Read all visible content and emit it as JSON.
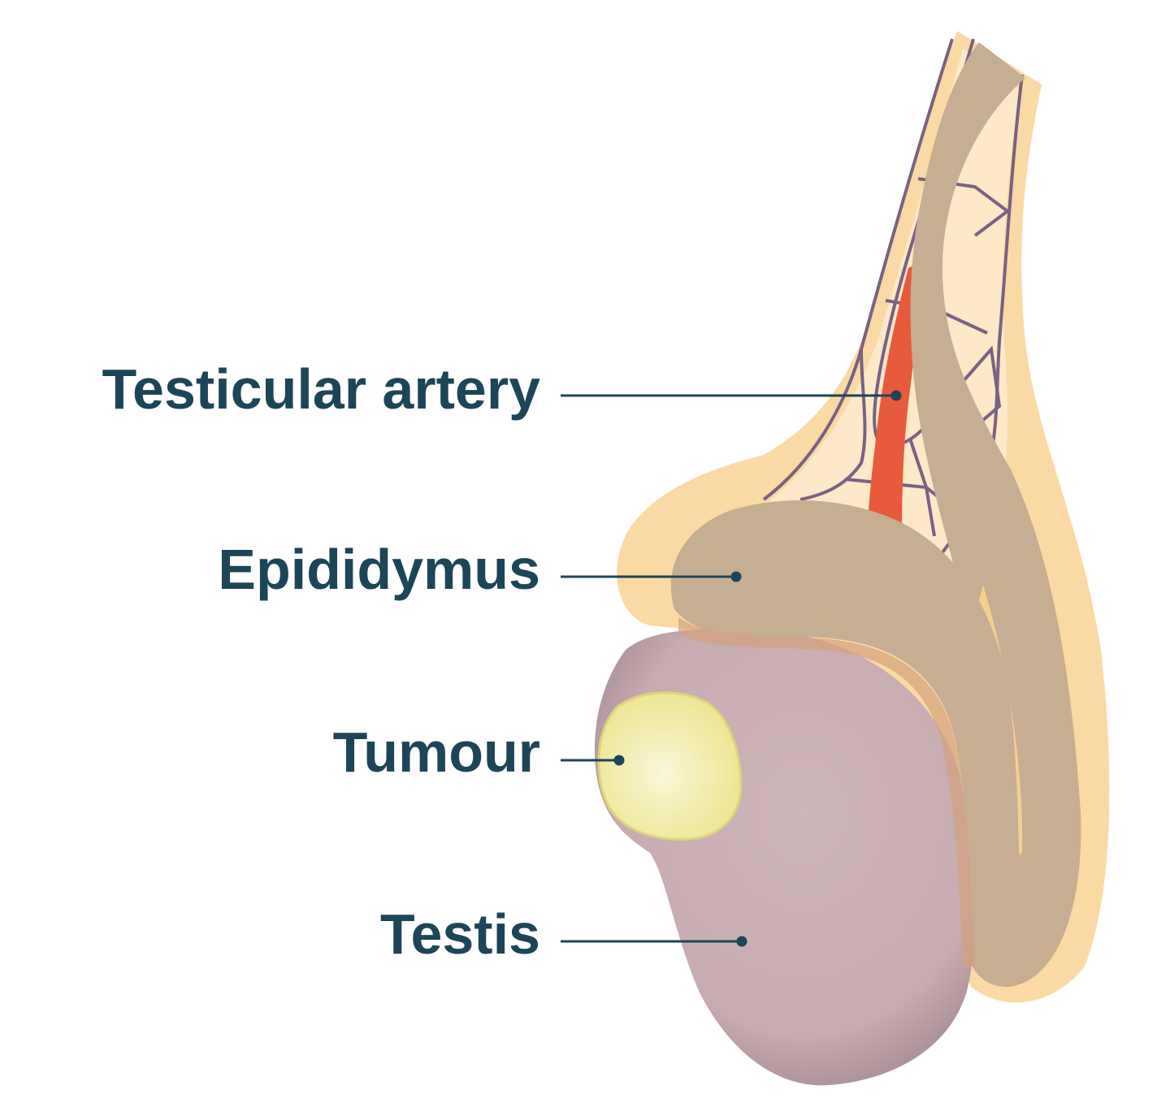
{
  "labels": {
    "artery": "Testicular artery",
    "epididymus": "Epididymus",
    "tumour": "Tumour",
    "testis": "Testis"
  },
  "colors": {
    "text": "#1d4558",
    "skin": "#fbd9a4",
    "skin_inner": "#fde8c8",
    "epididymus": "#c5ae92",
    "testis": "#c9afb4",
    "tumour": "#f1eba0",
    "artery": "#e85a3c",
    "vein": "#7b6282"
  }
}
